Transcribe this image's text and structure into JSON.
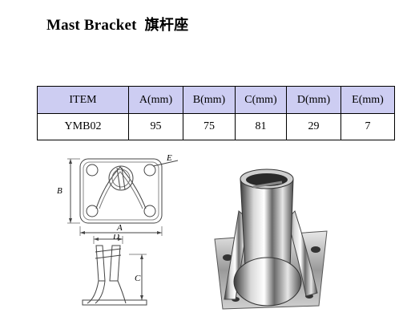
{
  "title": {
    "en": "Mast Bracket",
    "cn": "旗杆座"
  },
  "table": {
    "headers": [
      "ITEM",
      "A(mm)",
      "B(mm)",
      "C(mm)",
      "D(mm)",
      "E(mm)"
    ],
    "rows": [
      [
        "YMB02",
        "95",
        "75",
        "81",
        "29",
        "7"
      ]
    ]
  },
  "drawing": {
    "top_view": {
      "label_a": "A",
      "label_b": "B",
      "label_e": "E"
    },
    "side_view": {
      "label_c": "C",
      "label_d": "D"
    }
  }
}
